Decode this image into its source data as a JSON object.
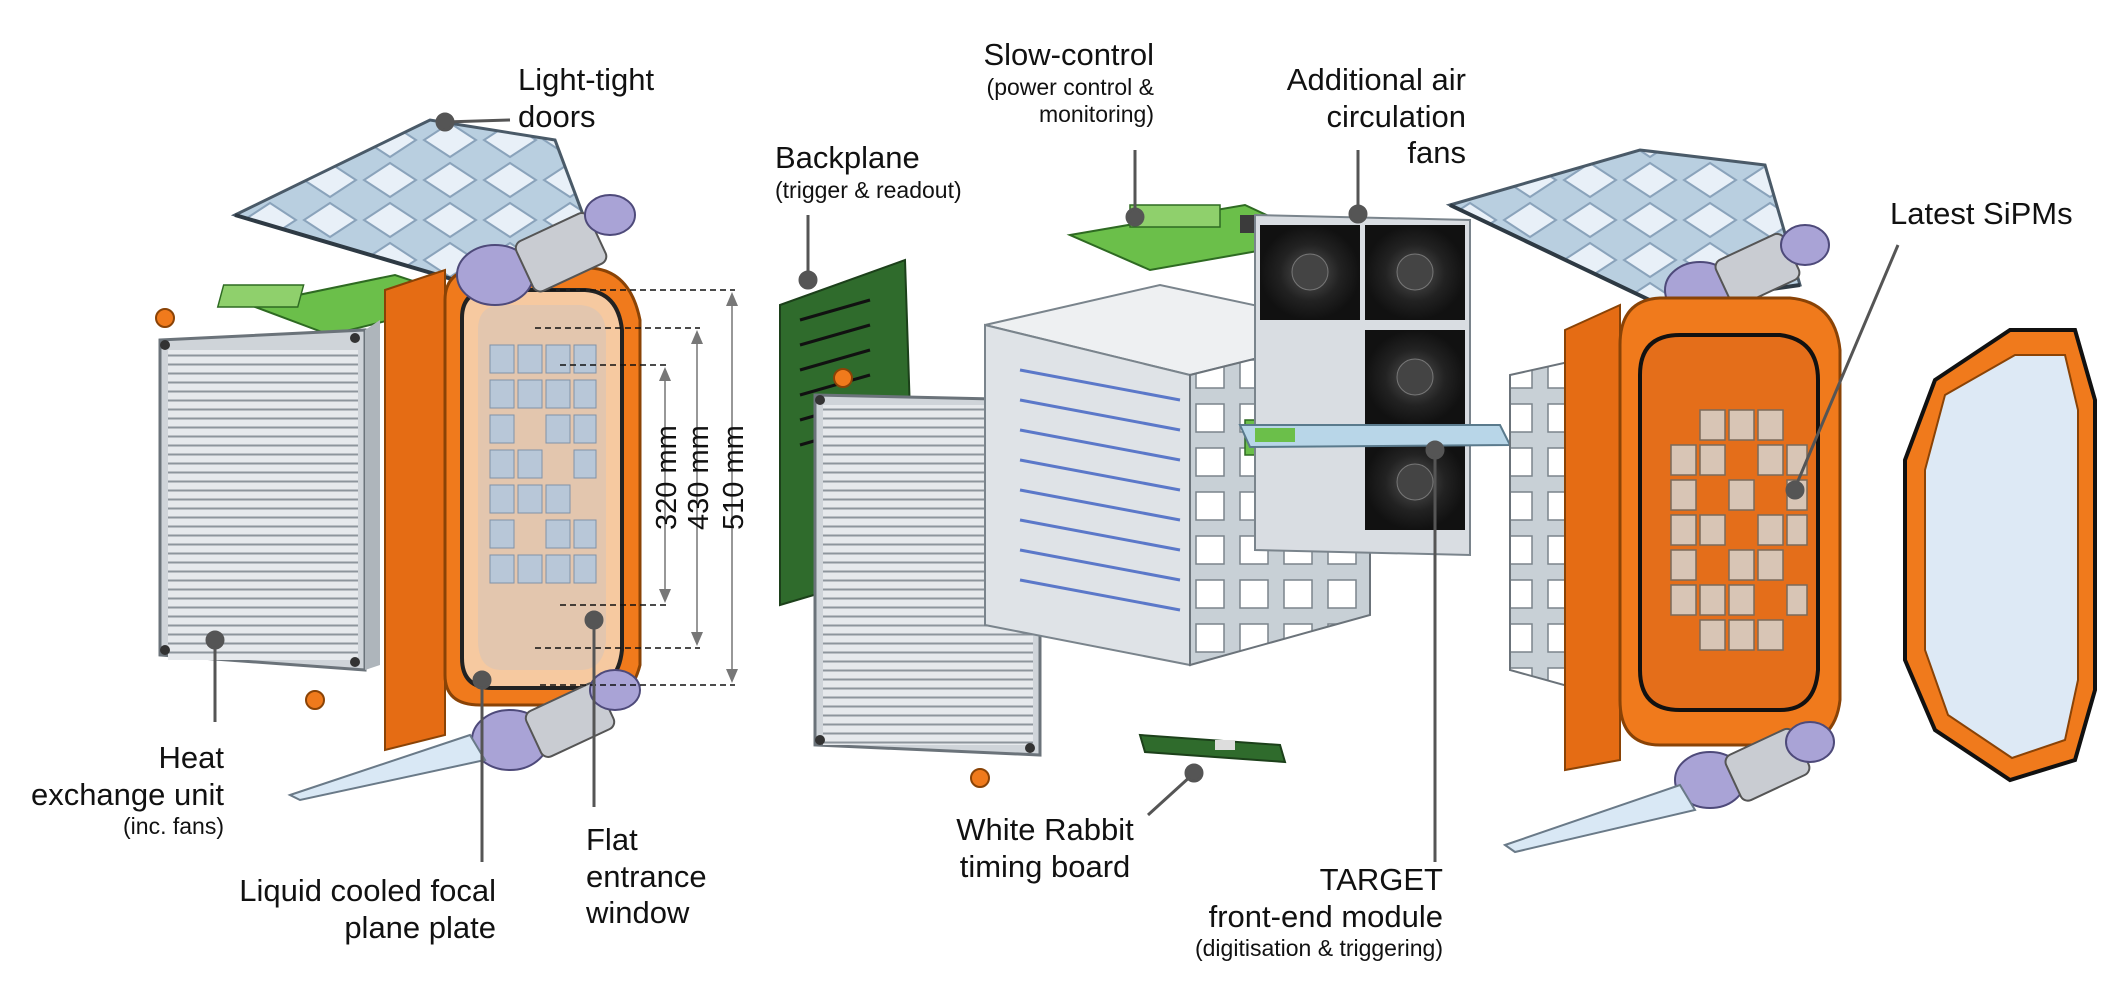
{
  "labels": {
    "light_tight": "Light-tight",
    "doors": "doors",
    "slow_control": "Slow-control",
    "slow_control_sub1": "(power control &",
    "slow_control_sub2": "monitoring)",
    "additional": "Additional air",
    "circulation": "circulation",
    "fans": "fans",
    "backplane": "Backplane",
    "backplane_sub": "(trigger & readout)",
    "latest_sipms": "Latest SiPMs",
    "heat": "Heat",
    "exchange_unit": "exchange unit",
    "inc_fans": "(inc. fans)",
    "liquid1": "Liquid cooled focal",
    "liquid2": "plane plate",
    "flat": "Flat",
    "entrance": "entrance",
    "window": "window",
    "white_rabbit": "White Rabbit",
    "timing_board": "timing board",
    "target": "TARGET",
    "front_end": "front-end module",
    "target_sub": "(digitisation & triggering)"
  },
  "dimensions": {
    "d320": "320 mm",
    "d430": "430 mm",
    "d510": "510 mm"
  },
  "colors": {
    "orange": "#f07a1c",
    "orange_dark": "#c95d0c",
    "pcb_green": "#6bbf4a",
    "backplane_green": "#2f6b2c",
    "metal": "#d9dde2",
    "metal_dark": "#9aa1a8",
    "window_blue": "#dde9f5",
    "cable_blue": "#5b78c9",
    "motor_purple": "#a9a3d6",
    "leader": "#555555"
  }
}
